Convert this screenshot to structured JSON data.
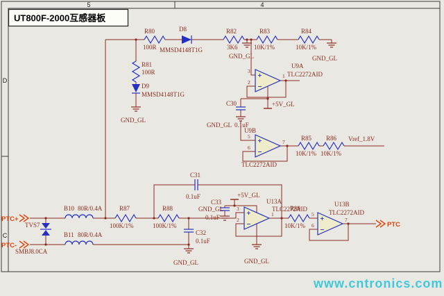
{
  "title": "UT800F-2000互感器板",
  "grid": {
    "top_left": "5",
    "top_right": "4",
    "left_upper": "D",
    "left_lower": "C"
  },
  "watermark": "www.cntronics.com",
  "nets": {
    "gnd": "GND_GL",
    "vcc": "+5V_GL",
    "vref": "Vref_1.8V"
  },
  "ports": {
    "in_pos": "PTC+",
    "in_neg": "PTC-",
    "out": "PTC"
  },
  "colors": {
    "canvas_green": "#b4d7b2",
    "symbol_blue": "#2530c0",
    "wire_maroon": "#8b2a21",
    "label_maroon": "#8a2b1e",
    "port_red": "#df430a",
    "watermark_cyan": "#38c8da"
  },
  "opamp_signs": {
    "plus": "+",
    "minus": "−"
  },
  "components": {
    "r80": {
      "ref": "R80",
      "value": "100R"
    },
    "r81": {
      "ref": "R81",
      "value": "100R"
    },
    "r82": {
      "ref": "R82",
      "value": "3K6"
    },
    "r83": {
      "ref": "R83",
      "value": "10K/1%"
    },
    "r84": {
      "ref": "R84",
      "value": "10K/1%"
    },
    "r85": {
      "ref": "R85",
      "value": "10K/1%"
    },
    "r86": {
      "ref": "R86",
      "value": "10K/1%"
    },
    "r87": {
      "ref": "R87",
      "value": "100K/1%"
    },
    "r88": {
      "ref": "R88",
      "value": "100K/1%"
    },
    "r89": {
      "ref": "R89",
      "value": "10K/1%"
    },
    "d8": {
      "ref": "D8",
      "value": "MMSD4148T1G"
    },
    "d9": {
      "ref": "D9",
      "value": "MMSD4148T1G"
    },
    "c30": {
      "ref": "C30",
      "value": "0.1uF"
    },
    "c31": {
      "ref": "C31",
      "value": "0.1uF"
    },
    "c32": {
      "ref": "C32",
      "value": "0.1uF"
    },
    "c33": {
      "ref": "C33",
      "value": "0.1uF"
    },
    "b10": {
      "ref": "B10",
      "value": "80R/0.4A"
    },
    "b11": {
      "ref": "B11",
      "value": "80R/0.4A"
    },
    "tvs7": {
      "ref": "TVS7",
      "value": "SMBJ8.0CA"
    },
    "u9a": {
      "ref": "U9A",
      "part": "TLC2272AID",
      "pin_inp": "3",
      "pin_inn": "2",
      "pin_out": "1"
    },
    "u9b": {
      "ref": "U9B",
      "part": "TLC2272AID",
      "pin_inp": "5",
      "pin_inn": "6",
      "pin_out": "7"
    },
    "u13a": {
      "ref": "U13A",
      "part": "TLC2272AID",
      "pin_inp": "3",
      "pin_inn": "2",
      "pin_out": "1"
    },
    "u13b": {
      "ref": "U13B",
      "part": "TLC2272AID",
      "pin_inp": "5",
      "pin_inn": "6",
      "pin_out": "7"
    }
  }
}
